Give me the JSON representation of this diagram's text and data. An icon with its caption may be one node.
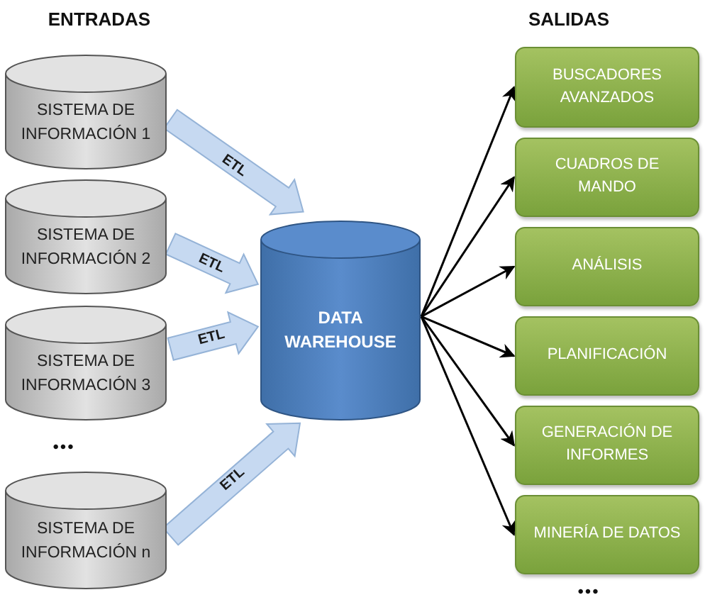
{
  "diagram": {
    "nodes": [
      {
        "text": [
          "SISTEMA DE INFORMACIÓN 1"
        ]
      },
      {
        "text": [
          "SISTEMA DE INFORMACIÓN 2"
        ]
      },
      {
        "text": [
          "SISTEMA DE INFORMACIÓN 3"
        ]
      },
      {
        "text": [
          "SISTEMA DE INFORMACIÓN n"
        ]
      },
      {
        "text": [
          "DATA WAREHOUSE"
        ]
      },
      {
        "text": [
          "BUSCADORES AVANZADOS"
        ]
      },
      {
        "text": [
          "CUADROS DE MANDO"
        ]
      },
      {
        "text": [
          "ANÁLISIS"
        ]
      },
      {
        "text": [
          "PLANIFICACIÓN"
        ]
      },
      {
        "text": [
          "GENERACIÓN DE INFORMES"
        ]
      },
      {
        "text": [
          "MINERÍA DE DATOS"
        ]
      }
    ],
    "edges": [
      {
        "from": 0,
        "to": 4,
        "arrow": "to",
        "label": "ETL",
        "style": "thick",
        "color": "#c6d9f1"
      },
      {
        "from": 1,
        "to": 4,
        "arrow": "to",
        "label": "ETL",
        "style": "thick",
        "color": "#c6d9f1"
      },
      {
        "from": 2,
        "to": 4,
        "arrow": "to",
        "label": "ETL",
        "style": "thick",
        "color": "#c6d9f1"
      },
      {
        "from": 3,
        "to": 4,
        "arrow": "to",
        "label": "ETL",
        "style": "thick",
        "color": "#c6d9f1"
      },
      {
        "from": 4,
        "to": 5,
        "arrow": "to"
      },
      {
        "from": 4,
        "to": 6,
        "arrow": "to"
      },
      {
        "from": 4,
        "to": 7,
        "arrow": "to"
      },
      {
        "from": 4,
        "to": 8,
        "arrow": "to"
      },
      {
        "from": 4,
        "to": 9,
        "arrow": "to"
      },
      {
        "from": 4,
        "to": 10,
        "arrow": "to"
      }
    ],
    "labels": [
      "ENTRADAS",
      "SALIDAS",
      "•••",
      "•••"
    ]
  }
}
